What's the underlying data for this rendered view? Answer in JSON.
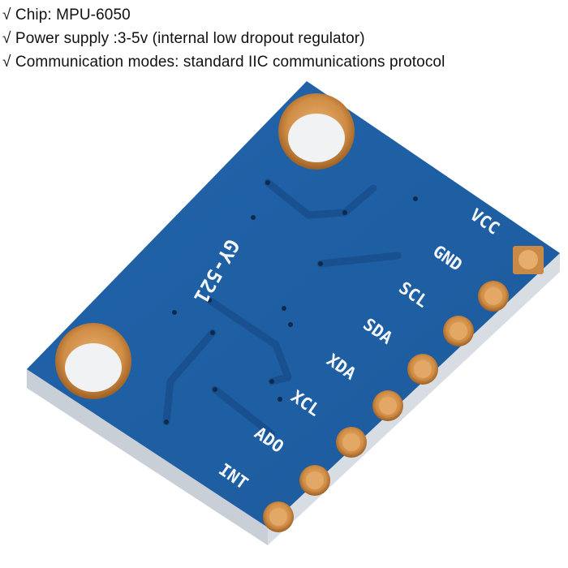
{
  "specs": [
    {
      "check": "√",
      "text": "Chip: MPU-6050"
    },
    {
      "check": "√",
      "text": "Power supply :3-5v (internal low dropout regulator)"
    },
    {
      "check": "√",
      "text": "Communication modes: standard IIC communications protocol"
    }
  ],
  "board": {
    "model": "GY-521",
    "pins": [
      "VCC",
      "GND",
      "SCL",
      "SDA",
      "XDA",
      "XCL",
      "ADO",
      "INT"
    ],
    "colors": {
      "pcb": "#1f5fa3",
      "pcb_dark": "#174c88",
      "edge": "#d6dce2",
      "gold": "#d79a55",
      "gold_dark": "#a96a2a",
      "hole": "#f1f2f4"
    }
  }
}
